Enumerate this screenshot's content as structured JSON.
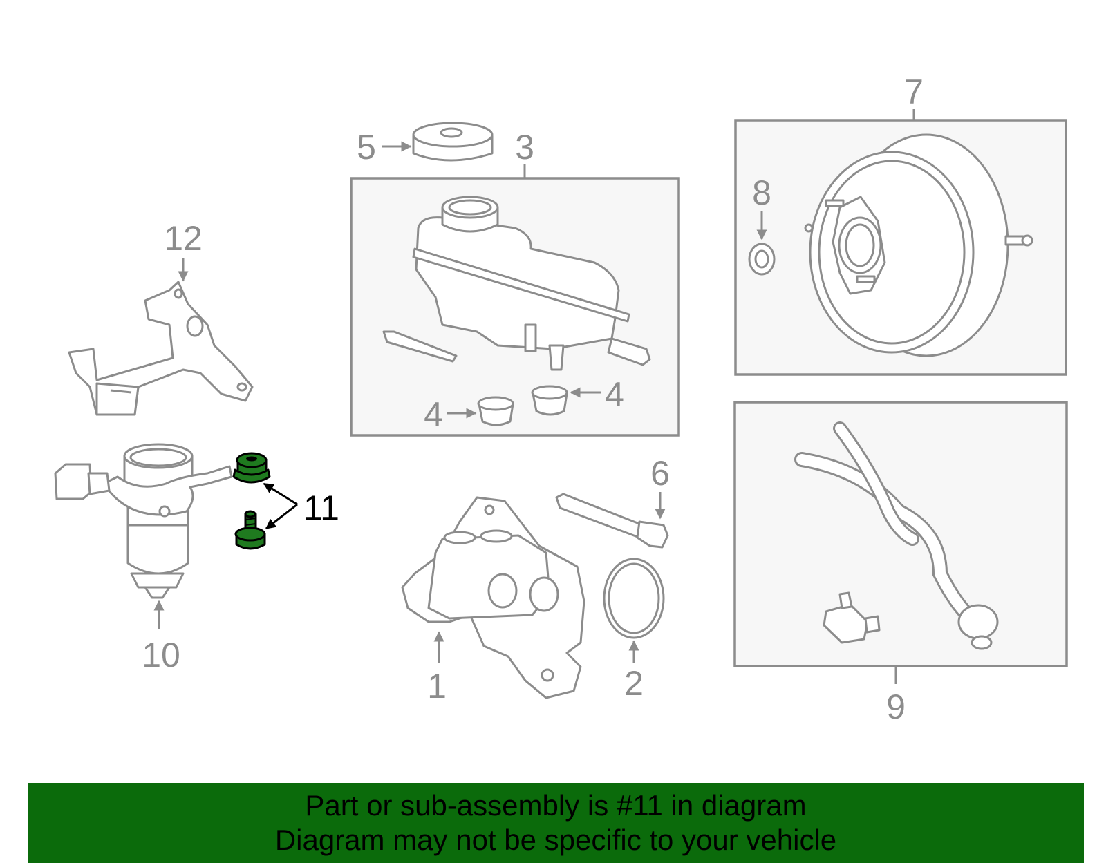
{
  "callouts": {
    "c1": "1",
    "c2": "2",
    "c3": "3",
    "c4a": "4",
    "c4b": "4",
    "c5": "5",
    "c6": "6",
    "c7": "7",
    "c8": "8",
    "c9": "9",
    "c10": "10",
    "c11": "11",
    "c12": "12"
  },
  "highlight_color": "#1f7a1f",
  "banner": {
    "line1": "Part or sub-assembly is #11 in diagram",
    "line2": "Diagram may not be specific to your vehicle",
    "background": "#0b6b0b"
  }
}
